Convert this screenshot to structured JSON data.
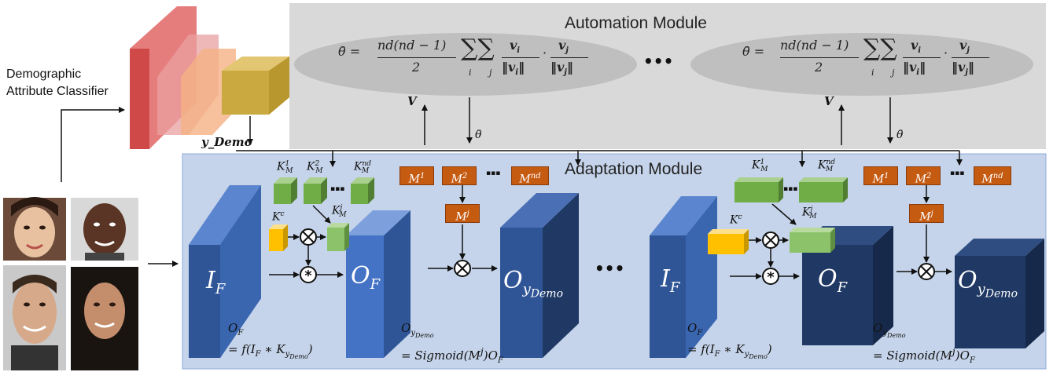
{
  "automation_module": {
    "title": "Automation Module"
  },
  "adaptation_module": {
    "title": "Adaptation Module"
  },
  "classifier": {
    "label_line1": "Demographic",
    "label_line2": "Attribute Classifier",
    "output_label": "y_Demo"
  },
  "formula": {
    "lhs": "θ̄ =",
    "numerator": "nd(nd − 1)",
    "denominator": "2",
    "sums": "∑∑",
    "sum_idx_i": "i",
    "sum_idx_j": "j",
    "vi_num": "v",
    "vi_den": "‖v",
    "dot": "·"
  },
  "arrows": {
    "v_label": "V",
    "theta_label": "θ̄"
  },
  "kernels": {
    "km1": "K",
    "km2": "K",
    "kmnd": "K",
    "kc": "K",
    "kmj": "K"
  },
  "masks": {
    "m1": "M",
    "m2": "M",
    "mnd": "M",
    "mj": "M",
    "sup1": "1",
    "sup2": "2",
    "supnd": "nd",
    "supj": "j"
  },
  "blocks": {
    "input": "I",
    "input_sub": "F",
    "output": "O",
    "output_sub": "F",
    "final": "O",
    "final_sub": "y",
    "final_subsub": "Demo"
  },
  "equations": {
    "left_line1": "O",
    "left_line1_sub": "F",
    "left_line2": "= f(I",
    "left_line2_b": " ∗ K",
    "left_line2_c": ")",
    "right_line1": "O",
    "right_line1_sub": "y",
    "right_line2": "= Sigmoid(M",
    "right_line2_b": ")O"
  },
  "ellipsis": "•••",
  "ellipsis_small": "▪▪▪",
  "colors": {
    "automation_bg": "#d9d9d9",
    "adaptation_bg": "#c5d4ea",
    "ellipse": "#bfbfbf",
    "block_blue": "#2f5597",
    "block_mid": "#4472c4",
    "block_dark": "#1f3864",
    "kernel_green": "#70ad47",
    "kernel_yellow": "#ffc000",
    "mask_orange": "#c55a11",
    "classifier_red": "#e06666",
    "classifier_orange": "#f4b183",
    "classifier_gold": "#d6b656"
  }
}
